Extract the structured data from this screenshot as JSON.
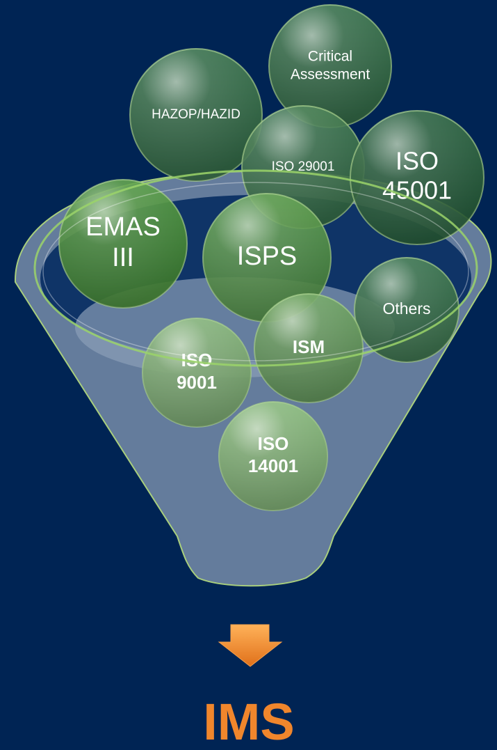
{
  "bubbles": [
    {
      "id": "critical-assessment",
      "lines": [
        "Critical",
        "Assessment"
      ],
      "color": "#3d7a4a",
      "bold": false
    },
    {
      "id": "hazop-hazid",
      "lines": [
        "HAZOP/HAZID"
      ],
      "color": "#3d7a4a",
      "bold": false
    },
    {
      "id": "iso-29001",
      "lines": [
        "ISO 29001"
      ],
      "color": "#3d7a4a",
      "bold": false
    },
    {
      "id": "iso-45001",
      "lines": [
        "ISO",
        "45001"
      ],
      "color": "#2f6a3e",
      "bold": false
    },
    {
      "id": "emas-iii",
      "lines": [
        "EMAS",
        "III"
      ],
      "color": "#4f9a38",
      "bold": false
    },
    {
      "id": "isps",
      "lines": [
        "ISPS"
      ],
      "color": "#5a9e48",
      "bold": false
    },
    {
      "id": "others",
      "lines": [
        "Others"
      ],
      "color": "#3d7a4a",
      "bold": false
    },
    {
      "id": "ism",
      "lines": [
        "ISM"
      ],
      "color": "#6aa35a",
      "bold": true
    },
    {
      "id": "iso-9001",
      "lines": [
        "ISO",
        "9001"
      ],
      "color": "#86b874",
      "bold": true
    },
    {
      "id": "iso-14001",
      "lines": [
        "ISO",
        "14001"
      ],
      "color": "#8cc078",
      "bold": true
    }
  ],
  "result": {
    "label": "IMS"
  },
  "colors": {
    "background": "#002454",
    "funnel": "#8a9eb8",
    "rim": "#9bd36a",
    "arrow": "#f0862c",
    "result_text": "#f0862c"
  }
}
